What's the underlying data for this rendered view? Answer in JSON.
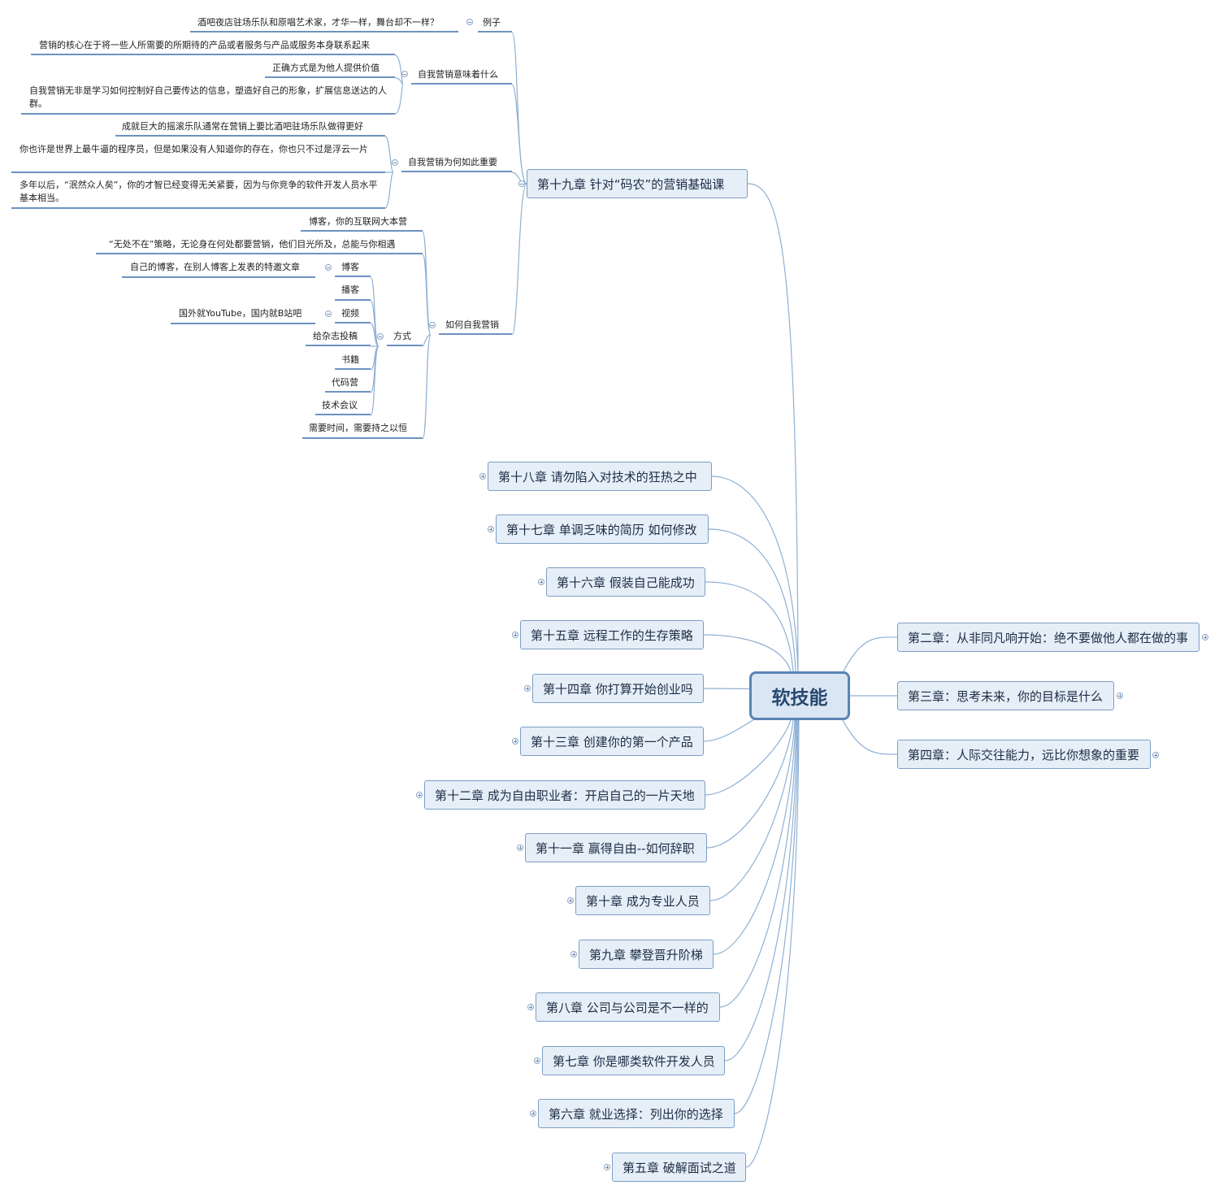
{
  "root": "软技能",
  "ch19": {
    "title": "第十九章 针对“码农”的营销基础课",
    "ex": {
      "label": "例子",
      "item": "酒吧夜店驻场乐队和原唱艺术家，才华一样，舞台却不一样？"
    },
    "mean": {
      "label": "自我营销意味着什么",
      "items": [
        "营销的核心在于将一些人所需要的所期待的产品或者服务与产品或服务本身联系起来",
        "正确方式是为他人提供价值",
        "自我营销无非是学习如何控制好自己要传达的信息，塑造好自己的形象，扩展信息送达的人群。"
      ]
    },
    "why": {
      "label": "自我营销为何如此重要",
      "items": [
        "成就巨大的摇滚乐队通常在营销上要比酒吧驻场乐队做得更好",
        "你也许是世界上最牛逼的程序员，但是如果没有人知道你的存在，你也只不过是浮云一片",
        "多年以后，“泯然众人矣”，你的才智已经变得无关紧要，因为与你竞争的软件开发人员水平基本相当。"
      ]
    },
    "how": {
      "label": "如何自我营销",
      "blog_camp": "博客，你的互联网大本营",
      "everywhere": "“无处不在”策略，无论身在何处都要营销，他们目光所及，总能与你相遇",
      "ways": {
        "label": "方式",
        "blog": {
          "label": "博客",
          "note": "自己的博客，在别人博客上发表的特邀文章"
        },
        "podcast": "播客",
        "video": {
          "label": "视频",
          "note": "国外就YouTube，国内就B站吧"
        },
        "magazine": "给杂志投稿",
        "books": "书籍",
        "bootcamp": "代码营",
        "conference": "技术会议"
      },
      "persist": "需要时间，需要持之以恒"
    }
  },
  "left_chapters": [
    "第十八章 请勿陷入对技术的狂热之中",
    "第十七章 单调乏味的简历 如何修改",
    "第十六章 假装自己能成功",
    "第十五章 远程工作的生存策略",
    "第十四章 你打算开始创业吗",
    "第十三章 创建你的第一个产品",
    "第十二章 成为自由职业者：开启自己的一片天地",
    "第十一章 赢得自由--如何辞职",
    "第十章 成为专业人员",
    "第九章 攀登晋升阶梯",
    "第八章 公司与公司是不一样的",
    "第七章 你是哪类软件开发人员",
    "第六章 就业选择：列出你的选择",
    "第五章 破解面试之道"
  ],
  "right_chapters": [
    "第二章：从非同凡响开始：绝不要做他人都在做的事",
    "第三章：思考未来，你的目标是什么",
    "第四章：人际交往能力，远比你想象的重要"
  ],
  "colors": {
    "line": "#8fb0d4",
    "underline": "#6d92c0",
    "box_fill": "#e6eef8",
    "root_border": "#5a84b6"
  }
}
